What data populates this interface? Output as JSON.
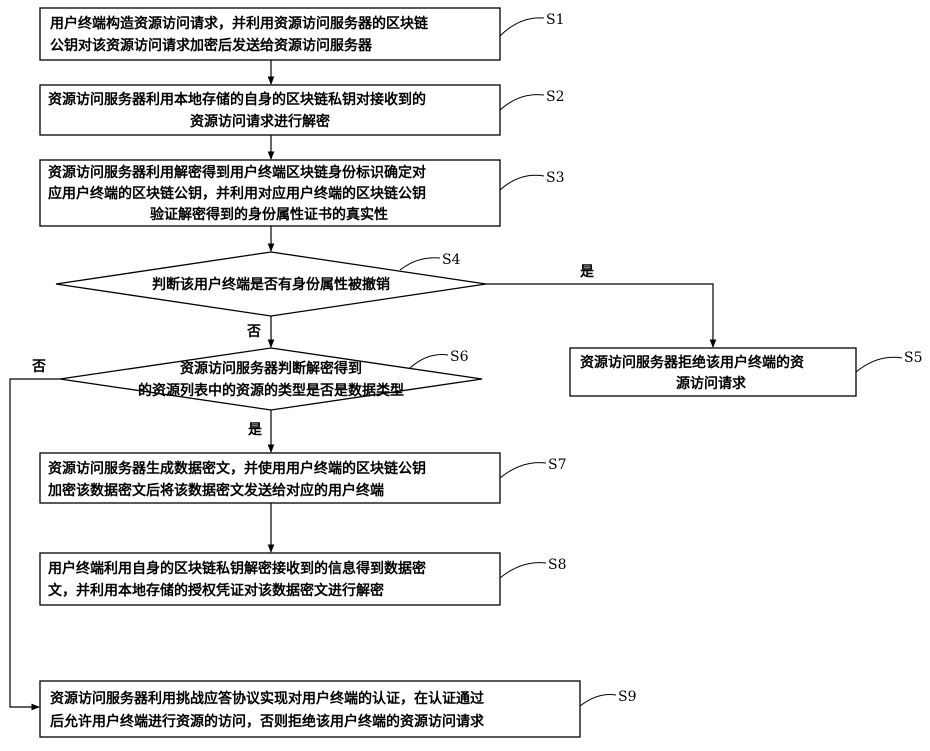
{
  "nodes": [
    {
      "id": "S1",
      "label": "S1",
      "lines": [
        "用户终端构造资源访问请求，并利用资源访问服务器的区块链",
        "公钥对该资源访问请求加密后发送给资源访问服务器"
      ]
    },
    {
      "id": "S2",
      "label": "S2",
      "lines": [
        "资源访问服务器利用本地存储的自身的区块链私钥对接收到的",
        "资源访问请求进行解密"
      ]
    },
    {
      "id": "S3",
      "label": "S3",
      "lines": [
        "资源访问服务器利用解密得到用户终端区块链身份标识确定对",
        "应用户终端的区块链公钥，并利用对应用户终端的区块链公钥",
        "验证解密得到的身份属性证书的真实性"
      ]
    },
    {
      "id": "S4",
      "label": "S4",
      "lines": [
        "判断该用户终端是否有身份属性被撤销"
      ]
    },
    {
      "id": "S5",
      "label": "S5",
      "lines": [
        "资源访问服务器拒绝该用户终端的资",
        "源访问请求"
      ]
    },
    {
      "id": "S6",
      "label": "S6",
      "lines": [
        "资源访问服务器判断解密得到",
        "的资源列表中的资源的类型是否是数据类型"
      ]
    },
    {
      "id": "S7",
      "label": "S7",
      "lines": [
        "资源访问服务器生成数据密文，并使用用户终端的区块链公钥",
        "加密该数据密文后将该数据密文发送给对应的用户终端"
      ]
    },
    {
      "id": "S8",
      "label": "S8",
      "lines": [
        "用户终端利用自身的区块链私钥解密接收到的信息得到数据密",
        "文，并利用本地存储的授权凭证对该数据密文进行解密"
      ]
    },
    {
      "id": "S9",
      "label": "S9",
      "lines": [
        "资源访问服务器利用挑战应答协议实现对用户终端的认证，在认证通过",
        "后允许用户终端进行资源的访问，否则拒绝该用户终端的资源访问请求"
      ]
    }
  ],
  "branches": {
    "s4_yes": "是",
    "s4_no": "否",
    "s6_yes": "是",
    "s6_no": "否"
  }
}
